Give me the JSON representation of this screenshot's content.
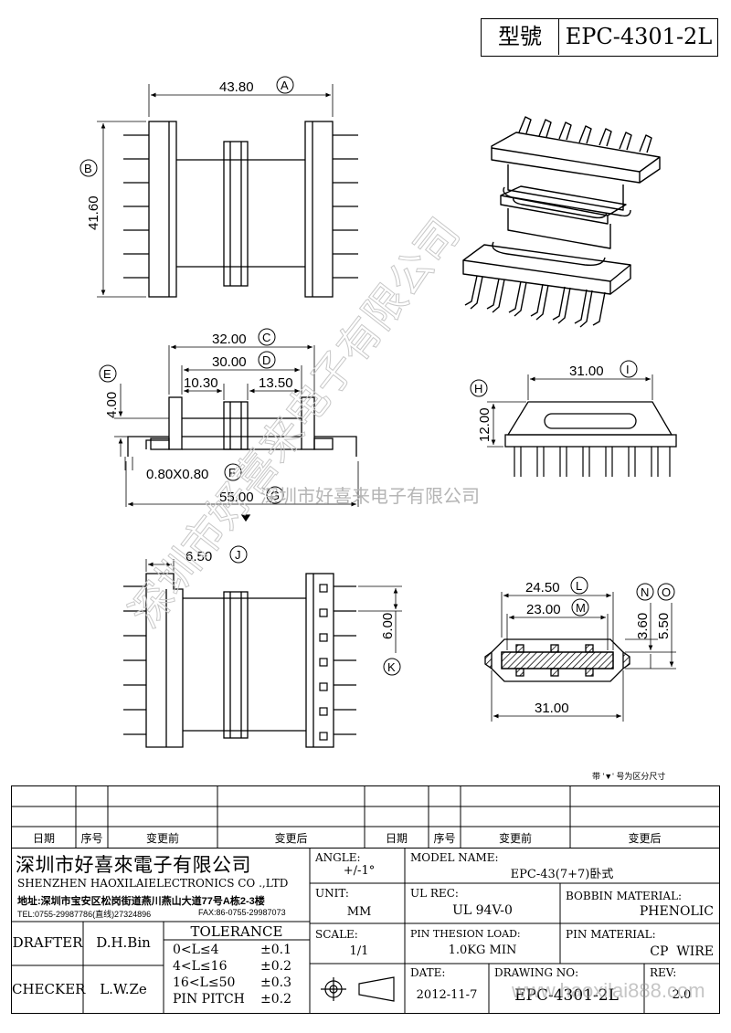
{
  "model_box": {
    "label": "型號",
    "value": "EPC-4301-2L"
  },
  "drawing": {
    "top_view": {
      "overall_width": "43.80",
      "overall_width_tag": "A",
      "overall_height": "41.60",
      "overall_height_tag": "B"
    },
    "side_view": {
      "d_c": "32.00",
      "t_c": "C",
      "d_d": "30.00",
      "t_d": "D",
      "d_left": "10.30",
      "d_right": "13.50",
      "d_e": "4.00",
      "t_e": "E",
      "d_f": "0.80X0.80",
      "t_f": "F",
      "d_g": "55.00",
      "t_g": "G"
    },
    "bottom_view": {
      "d_j": "6.50",
      "t_j": "J",
      "d_k": "6.00",
      "t_k": "K"
    },
    "front_view": {
      "d_i": "31.00",
      "t_i": "I",
      "d_h": "12.00",
      "t_h": "H"
    },
    "section_view": {
      "d_l": "24.50",
      "t_l": "L",
      "d_m": "23.00",
      "t_m": "M",
      "t_n": "N",
      "t_o": "O",
      "d_n": "3.60",
      "d_o": "5.50",
      "d_bottom": "31.00"
    },
    "note": "带 '▼' 号为区分尺寸"
  },
  "watermark": {
    "diagonal": "深圳市好喜来电子有限公司",
    "horizontal": "深圳市好喜来电子有限公司",
    "url": "www.haoxilai888.com"
  },
  "revision_table": {
    "headers": [
      "日期",
      "序号",
      "变更前",
      "变更后",
      "日期",
      "序号",
      "变更前",
      "变更后"
    ]
  },
  "company": {
    "name_cn": "深圳市好喜來電子有限公司",
    "name_en": "SHENZHEN HAOXILAIELECTRONICS CO .,LTD",
    "address": "地址:深圳市宝安区松岗街道燕川燕山大道77号A栋2-3楼",
    "tel": "TEL:0755-29987786(直线)27324896",
    "fax": "FAX:86-0755-29987073"
  },
  "title_block": {
    "angle_label": "ANGLE:",
    "angle_value": "+/-1°",
    "model_label": "MODEL NAME:",
    "model_value": "EPC-43(7+7)卧式",
    "unit_label": "UNIT:",
    "unit_value": "MM",
    "ul_label": "UL REC:",
    "ul_value": "UL 94V-0",
    "bobbin_label": "BOBBIN MATERIAL:",
    "bobbin_value": "PHENOLIC",
    "drafter_label": "DRAFTER",
    "drafter_value": "D.H.Bin",
    "checker_label": "CHECKER",
    "checker_value": "L.W.Ze",
    "tolerance_label": "TOLERANCE",
    "tol_rows": [
      {
        "range": "0<L≤4",
        "value": "±0.1"
      },
      {
        "range": "4<L≤16",
        "value": "±0.2"
      },
      {
        "range": "16<L≤50",
        "value": "±0.3"
      },
      {
        "range": "PIN PITCH",
        "value": "±0.2"
      }
    ],
    "scale_label": "SCALE:",
    "scale_value": "1/1",
    "pin_load_label": "PIN THESION LOAD:",
    "pin_load_value": "1.0KG MIN",
    "pin_material_label": "PIN MATERIAL:",
    "pin_material_value": "CP  WIRE",
    "date_label": "DATE:",
    "date_value": "2012-11-7",
    "drawing_no_label": "DRAWING NO:",
    "drawing_no_value": "EPC-4301-2L",
    "rev_label": "REV:",
    "rev_value": "2.0"
  }
}
